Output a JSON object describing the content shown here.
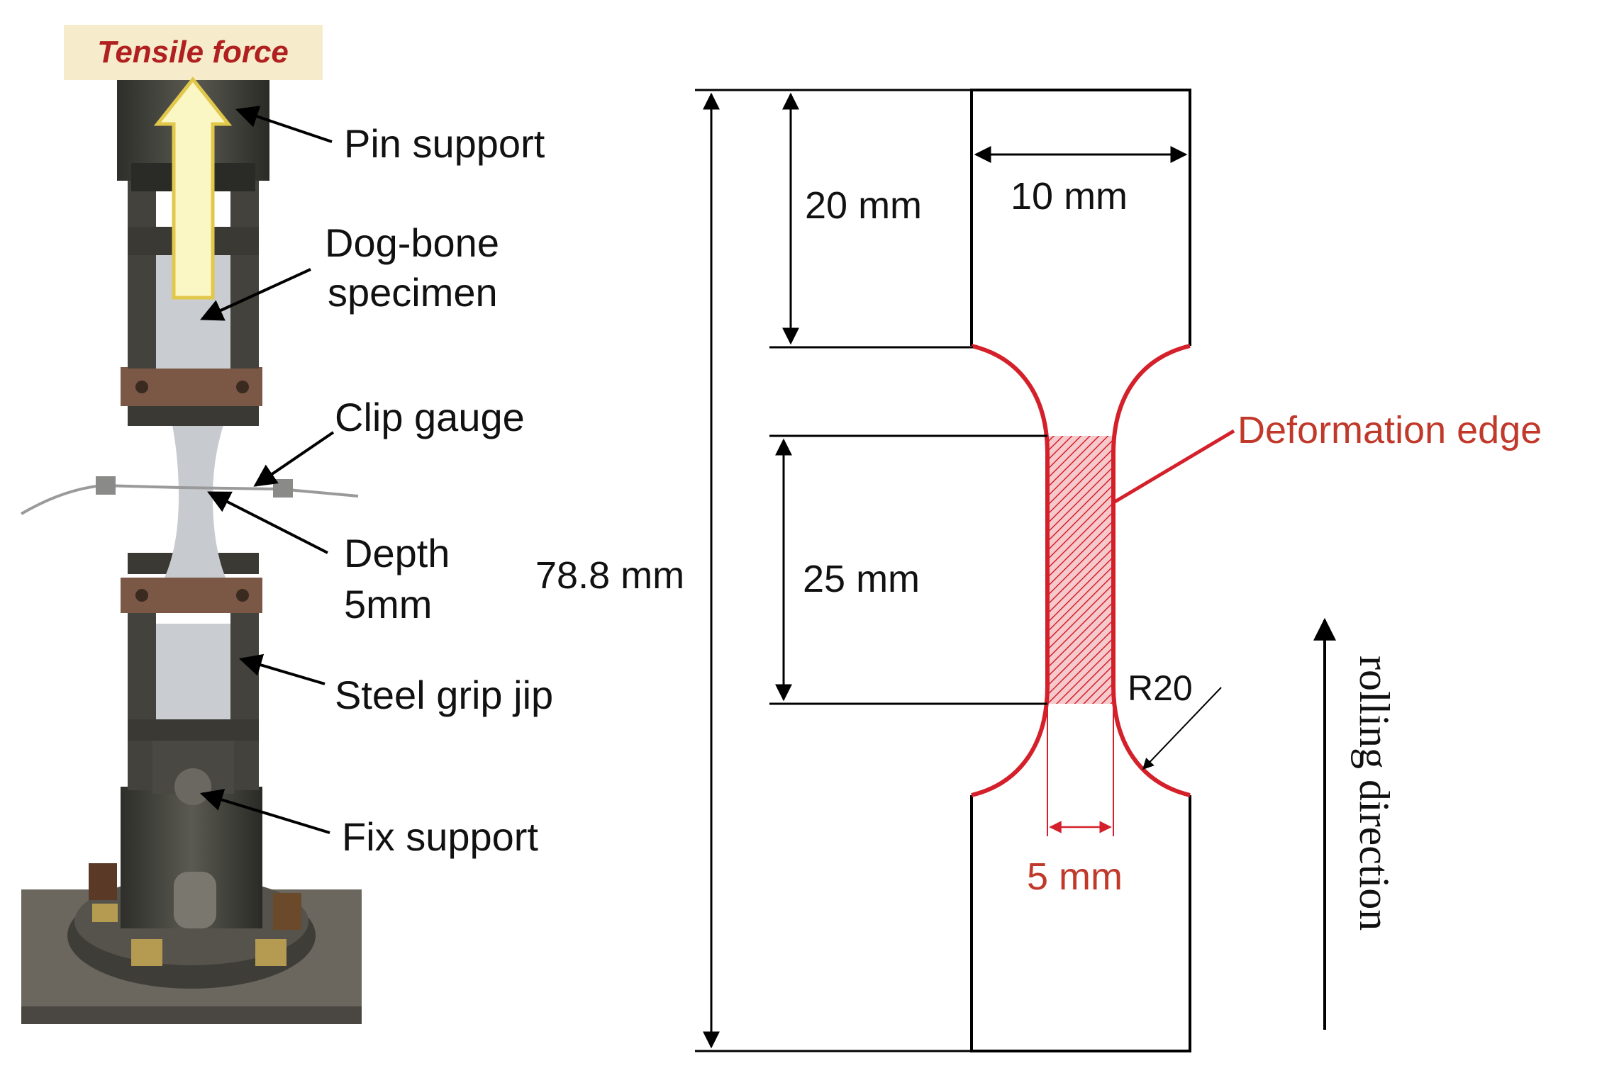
{
  "photo": {
    "tensile_force": "Tensile force",
    "pin_support": "Pin support",
    "dog_bone_line1": "Dog-bone",
    "dog_bone_line2": "specimen",
    "clip_gauge": "Clip gauge",
    "depth_line1": "Depth",
    "depth_line2": "5mm",
    "steel_grip": "Steel grip jip",
    "fix_support": "Fix support"
  },
  "drawing": {
    "dim_total": "78.8 mm",
    "dim_grip_length": "20 mm",
    "dim_grip_width": "10 mm",
    "dim_gauge_length": "25 mm",
    "dim_gauge_width": "5 mm",
    "radius": "R20",
    "deformation_edge": "Deformation edge",
    "rolling_direction": "rolling direction"
  },
  "colors": {
    "accent_red": "#d4202a",
    "label_red": "#c0392b",
    "banner_bg": "#f6eccb",
    "banner_text": "#b02020"
  }
}
